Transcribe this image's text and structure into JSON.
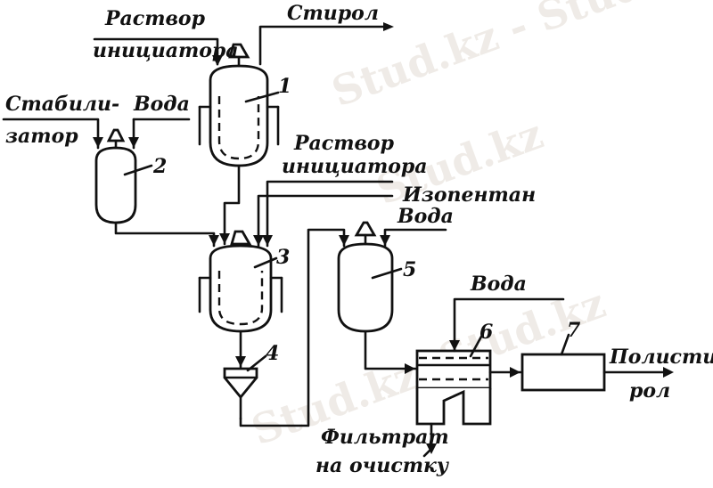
{
  "labels": {
    "initiator_top": [
      "Раствор",
      "инициатора"
    ],
    "styrene": "Стирол",
    "stabilizer": [
      "Стабили-",
      "затор"
    ],
    "water_2": "Вода",
    "initiator_mid": [
      "Раствор",
      "инициатора"
    ],
    "isopentane": "Изопентан",
    "water_5": "Вода",
    "water_6": "Вода",
    "polystyrene": [
      "Полисти-",
      "рол"
    ],
    "filtrate": [
      "Фильтрат",
      "на очистку"
    ]
  },
  "numbers": [
    "1",
    "2",
    "3",
    "4",
    "5",
    "6",
    "7"
  ],
  "watermark": [
    "Stud.kz - Stud.kz",
    "Stud.kz",
    "Stud.kz",
    "Stud.kz"
  ]
}
